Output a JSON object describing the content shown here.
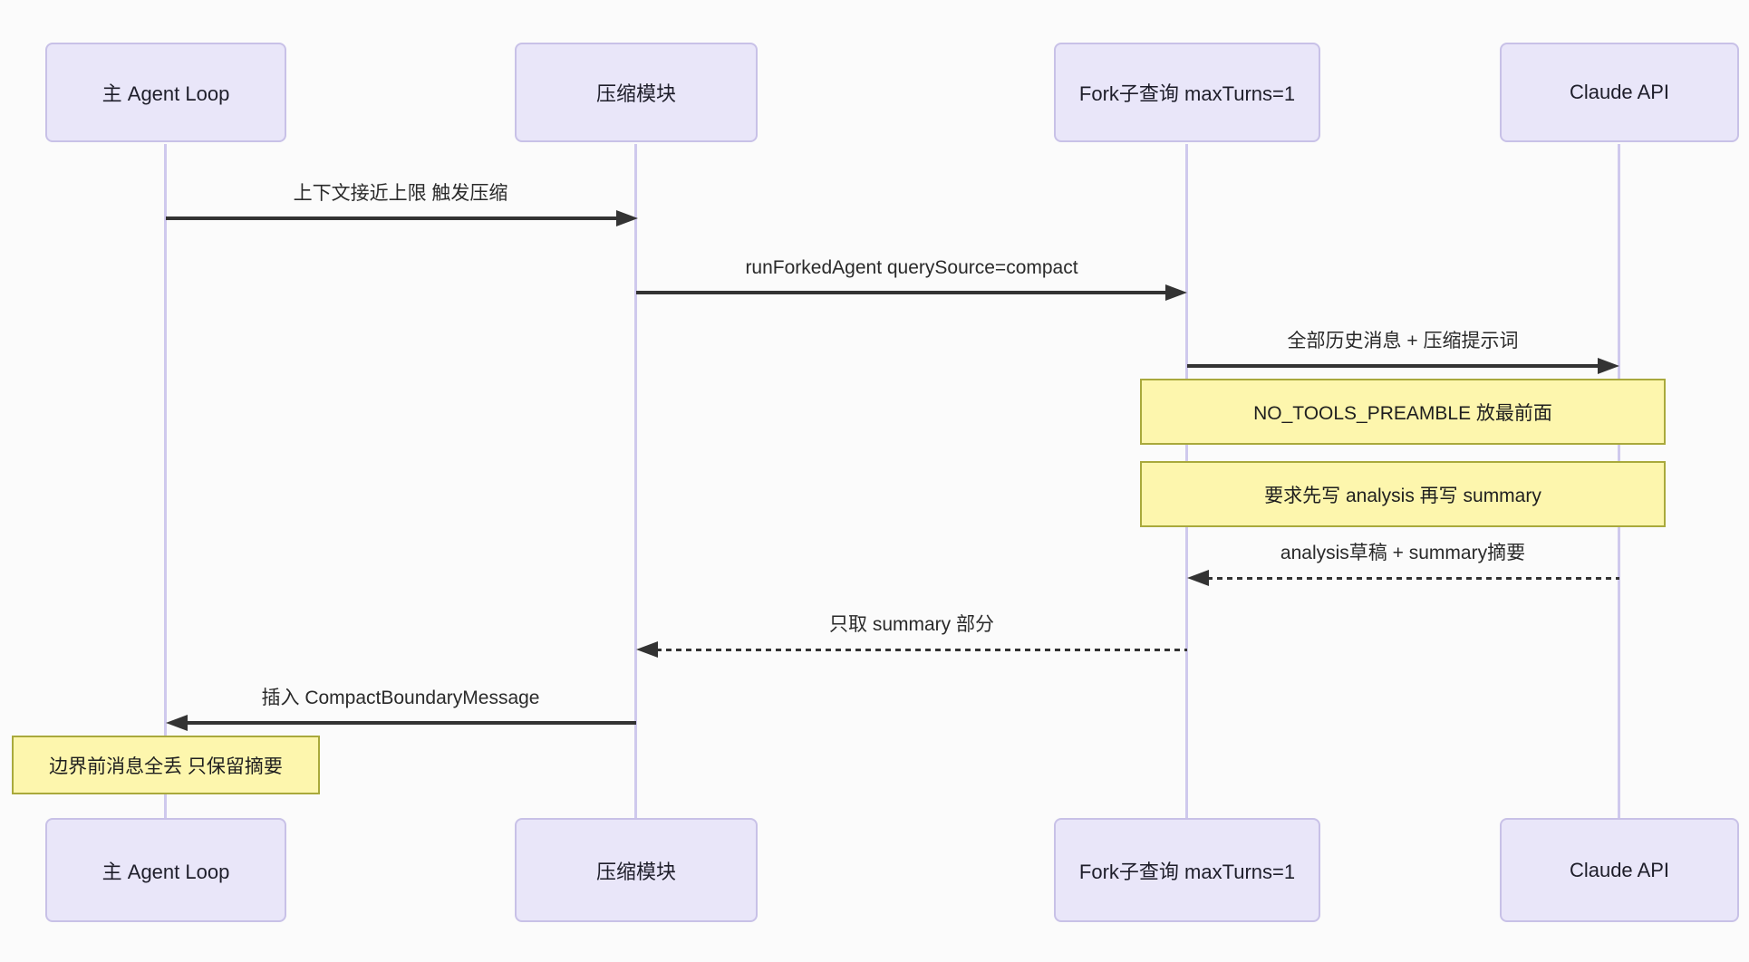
{
  "diagram_type": "sequence-diagram",
  "colors": {
    "background": "#fbfbfb",
    "actor_fill": "#e9e6f9",
    "actor_border": "#c8c1e7",
    "lifeline": "#cfc9ed",
    "signal": "#333333",
    "note_fill": "#fdf6ad",
    "note_border": "#a9a93c",
    "text": "#1f1f1f"
  },
  "actors": [
    {
      "label": "主 Agent Loop"
    },
    {
      "label": "压缩模块"
    },
    {
      "label": "Fork子查询 maxTurns=1"
    },
    {
      "label": "Claude API"
    }
  ],
  "messages": [
    {
      "label": "上下文接近上限 触发压缩",
      "from": "主 Agent Loop",
      "to": "压缩模块",
      "line": "solid",
      "direction": "right"
    },
    {
      "label": "runForkedAgent querySource=compact",
      "from": "压缩模块",
      "to": "Fork子查询 maxTurns=1",
      "line": "solid",
      "direction": "right"
    },
    {
      "label": "全部历史消息 + 压缩提示词",
      "from": "Fork子查询 maxTurns=1",
      "to": "Claude API",
      "line": "solid",
      "direction": "right"
    },
    {
      "label": "analysis草稿 + summary摘要",
      "from": "Claude API",
      "to": "Fork子查询 maxTurns=1",
      "line": "dashed",
      "direction": "left"
    },
    {
      "label": "只取 summary 部分",
      "from": "Fork子查询 maxTurns=1",
      "to": "压缩模块",
      "line": "dashed",
      "direction": "left"
    },
    {
      "label": "插入 CompactBoundaryMessage",
      "from": "压缩模块",
      "to": "主 Agent Loop",
      "line": "solid",
      "direction": "left"
    }
  ],
  "notes": [
    {
      "label": "NO_TOOLS_PREAMBLE 放最前面",
      "over": "Fork子查询 maxTurns=1 / Claude API"
    },
    {
      "label": "要求先写 analysis 再写 summary",
      "over": "Fork子查询 maxTurns=1 / Claude API"
    },
    {
      "label": "边界前消息全丢 只保留摘要",
      "over": "主 Agent Loop"
    }
  ]
}
